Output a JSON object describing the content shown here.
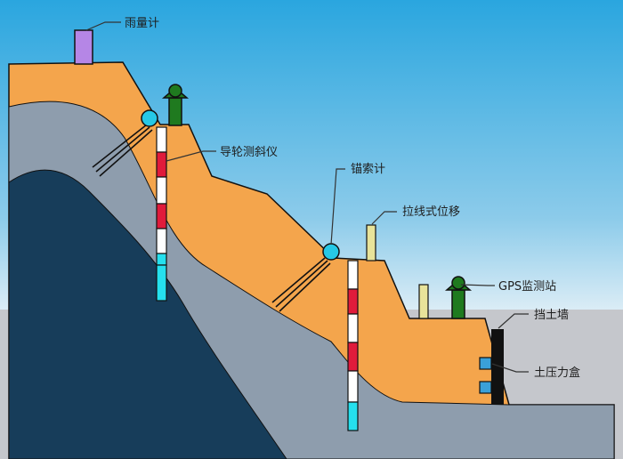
{
  "labels": {
    "rain_gauge": "雨量计",
    "inclinometer": "导轮测斜仪",
    "anchor_meter": "锚索计",
    "wire_displacement": "拉线式位移",
    "gps_station": "GPS监测站",
    "retaining_wall": "挡土墙",
    "earth_pressure_cell": "土压力盒"
  },
  "colors": {
    "sky_top": "#2aa6df",
    "sky_bottom": "#d7ebf5",
    "ground": "#c5c7cc",
    "soil": "#f4a54c",
    "rock_grey": "#8e9dad",
    "rock_dark": "#173d5a",
    "rain_gauge": "#b586e6",
    "gps": "#1f7a1f",
    "anchor_ball": "#26c8e6",
    "wire": "#e8e39a",
    "red_band": "#e01b3b",
    "cyan_band": "#25e0ee",
    "pressure_cell": "#3aa0d8",
    "wall": "#111111"
  },
  "icons": [
    "rain-gauge-icon",
    "gps-station-icon",
    "anchor-ball-icon",
    "inclinometer-tube-icon",
    "wire-gauge-icon",
    "retaining-wall-icon",
    "pressure-cell-icon"
  ]
}
